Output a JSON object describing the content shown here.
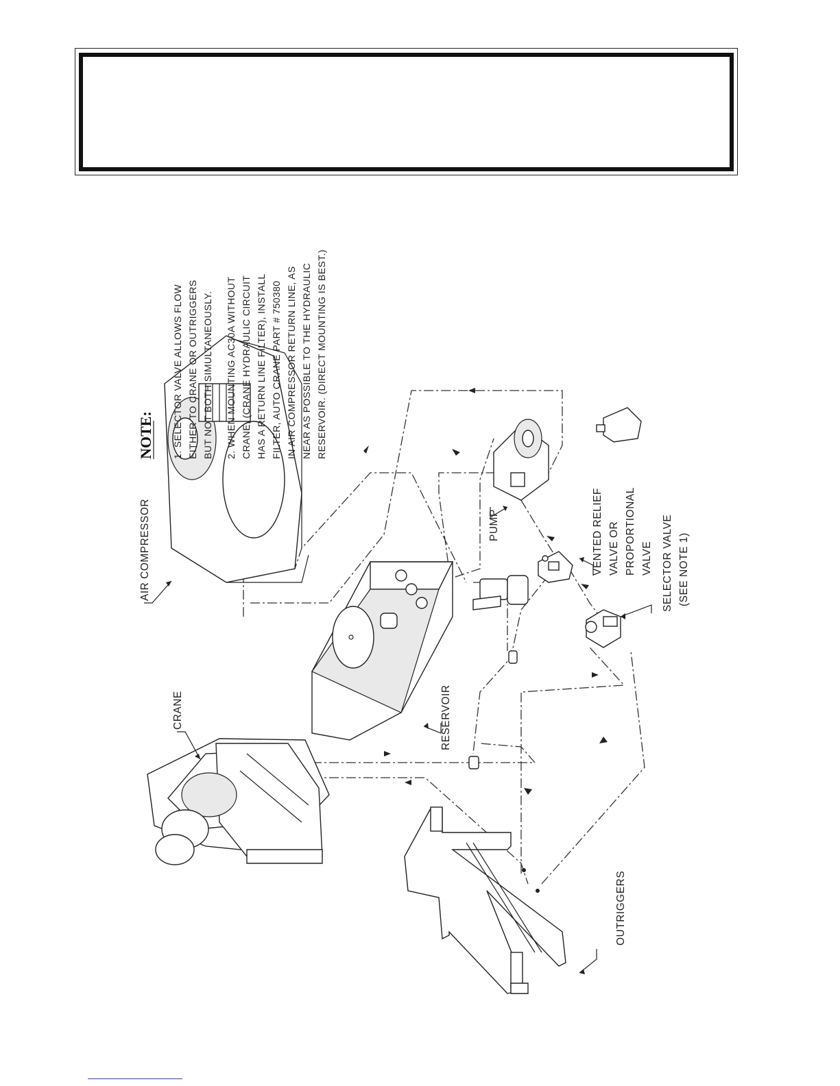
{
  "header": {
    "title": ""
  },
  "labels": {
    "air_compressor": "AIR COMPRESSOR",
    "crane": "CRANE",
    "reservoir": "RESERVOIR",
    "pump": "PUMP",
    "vented_relief_1": "VENTED RELIEF",
    "vented_relief_2": "VALVE OR",
    "vented_relief_3": "PROPORTIONAL",
    "vented_relief_4": "VALVE",
    "selector_valve_1": "SELECTOR VALVE",
    "selector_valve_2": "(SEE NOTE 1)",
    "outriggers": "OUTRIGGERS"
  },
  "note": {
    "title": "NOTE:",
    "lines": [
      "1.  SELECTOR VALVE ALLOWS FLOW",
      "     EITHER TO CRANE OR OUTRIGGERS",
      "     BUT NOT BOTH SIMULTANEOUSLY.",
      "2.  WHEN MOUNTING AC30A WITHOUT",
      "     CRANE, (CRANE HYDRAULIC CIRCUIT",
      "     HAS A RETURN LINE FILTER), INSTALL",
      "     FILTER, AUTO CRANE PART # 750380",
      "     IN AIR COMPRESSOR RETURN LINE, AS",
      "     NEAR AS POSSIBLE TO THE HYDRAULIC",
      "     RESERVOIR. (DIRECT MOUNTING IS BEST.)"
    ]
  }
}
